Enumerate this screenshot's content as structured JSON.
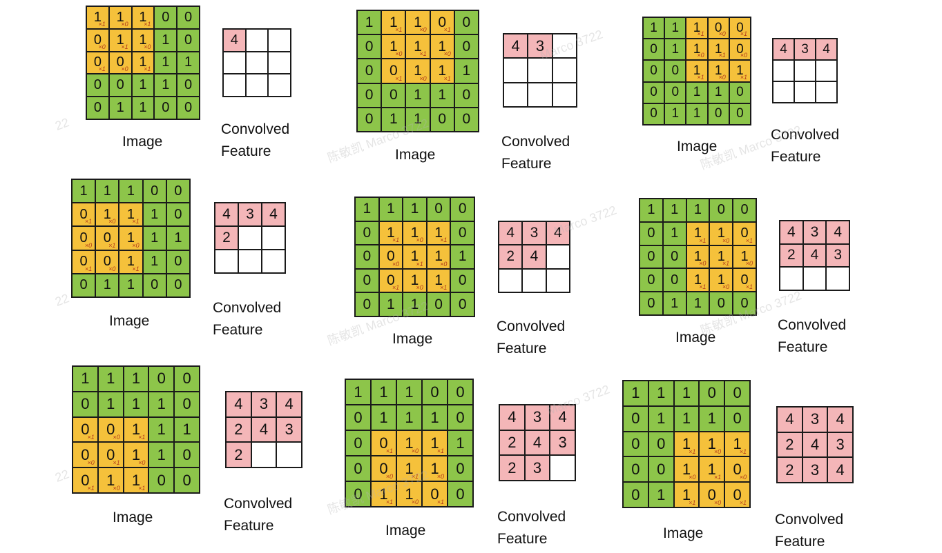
{
  "image_matrix": [
    [
      1,
      1,
      1,
      0,
      0
    ],
    [
      0,
      1,
      1,
      1,
      0
    ],
    [
      0,
      0,
      1,
      1,
      1
    ],
    [
      0,
      0,
      1,
      1,
      0
    ],
    [
      0,
      1,
      1,
      0,
      0
    ]
  ],
  "kernel_weights": [
    [
      "×1",
      "×0",
      "×1"
    ],
    [
      "×0",
      "×1",
      "×0"
    ],
    [
      "×1",
      "×0",
      "×1"
    ]
  ],
  "convolved_values": [
    4,
    3,
    4,
    2,
    4,
    3,
    2,
    3,
    4
  ],
  "labels": {
    "image": "Image",
    "convolved_line1": "Convolved",
    "convolved_line2": "Feature"
  },
  "watermarks": [
    "陈敏凯 Marco 3722",
    "Marco 3722",
    "3722",
    "22"
  ],
  "colors": {
    "image_cell": "#8dc54a",
    "window_cell": "#f5c13b",
    "feature_cell": "#f4b6b8",
    "weight_text": "#b23a1a"
  },
  "steps": [
    {
      "step": 1,
      "window_row": 0,
      "window_col": 0,
      "filled": 1
    },
    {
      "step": 2,
      "window_row": 0,
      "window_col": 1,
      "filled": 2
    },
    {
      "step": 3,
      "window_row": 0,
      "window_col": 2,
      "filled": 3
    },
    {
      "step": 4,
      "window_row": 1,
      "window_col": 0,
      "filled": 4
    },
    {
      "step": 5,
      "window_row": 1,
      "window_col": 1,
      "filled": 5
    },
    {
      "step": 6,
      "window_row": 1,
      "window_col": 2,
      "filled": 6
    },
    {
      "step": 7,
      "window_row": 2,
      "window_col": 0,
      "filled": 7
    },
    {
      "step": 8,
      "window_row": 2,
      "window_col": 1,
      "filled": 8
    },
    {
      "step": 9,
      "window_row": 2,
      "window_col": 2,
      "filled": 9
    }
  ]
}
